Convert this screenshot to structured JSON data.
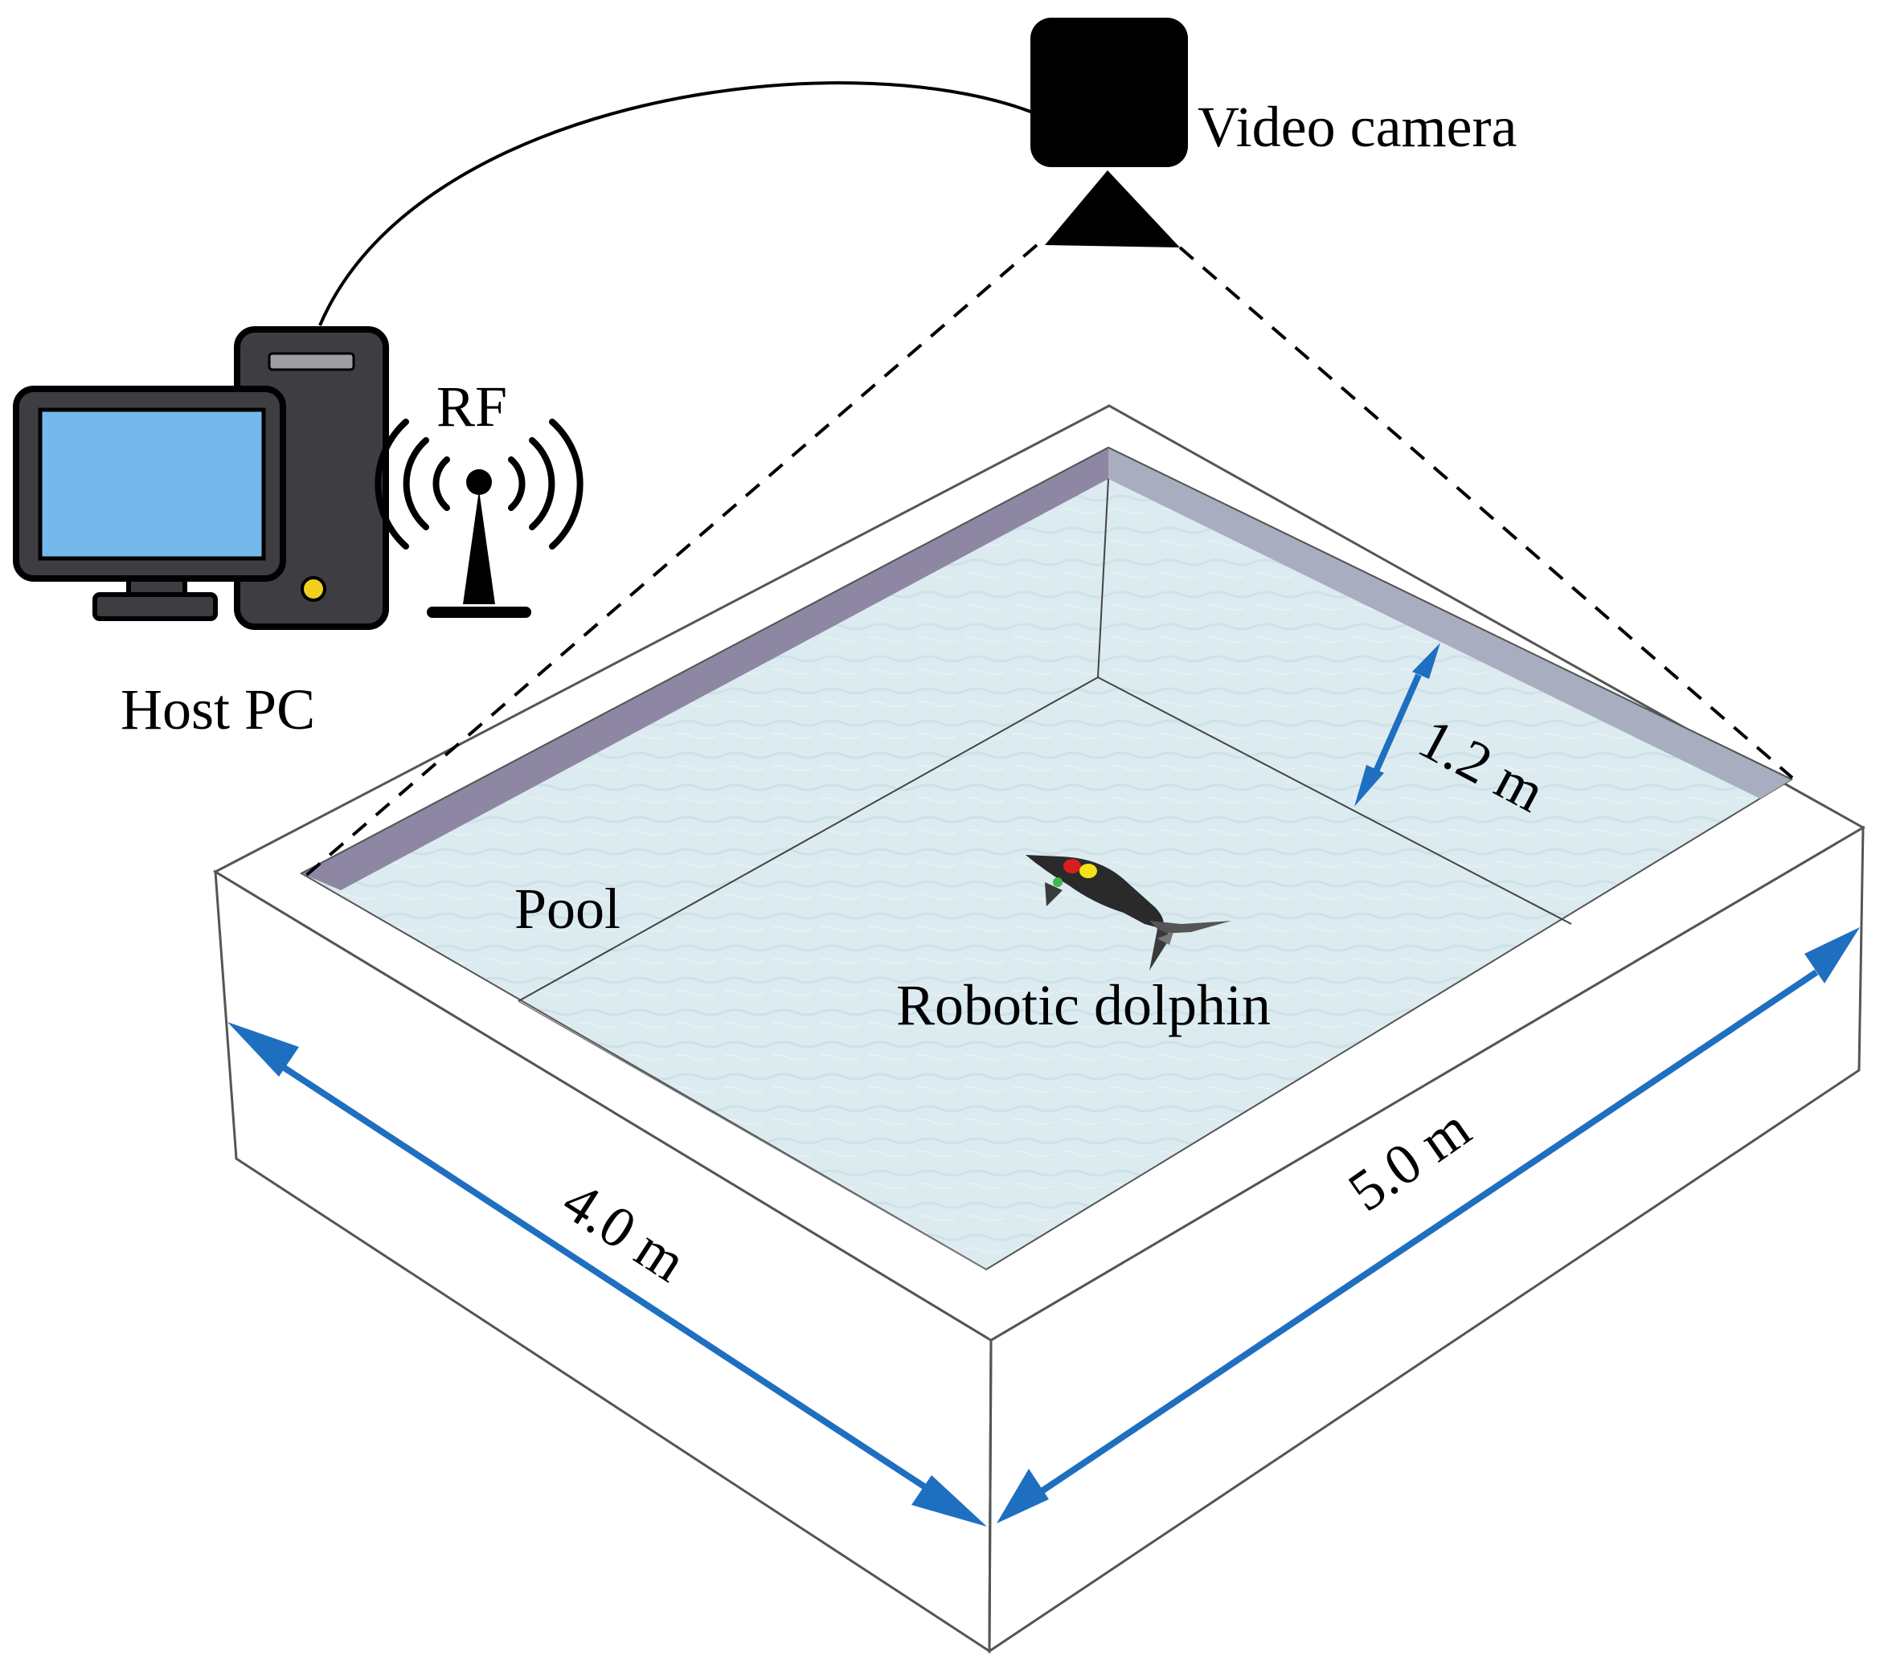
{
  "labels": {
    "video_camera": "Video camera",
    "rf": "RF",
    "host_pc": "Host PC",
    "pool": "Pool",
    "robotic_dolphin": "Robotic dolphin",
    "depth": "1.2 m",
    "width": "4.0 m",
    "length": "5.0 m"
  },
  "dimensions": {
    "depth_m": 1.2,
    "width_m": 4.0,
    "length_m": 5.0
  },
  "colors": {
    "dimension_arrow": "#1f6fc0",
    "water": "#dcebf0",
    "inner_wall_left": "#8e87a3",
    "inner_wall_right": "#a8aec0",
    "monitor_screen": "#74b8ec",
    "pc_body": "#3d3d42",
    "pc_led": "#f3d020",
    "dolphin_marker_red": "#d81e1e",
    "dolphin_marker_yellow": "#f5e11a",
    "dolphin_marker_green": "#3dbb4a"
  },
  "icons": [
    "video-camera-icon",
    "host-pc-icon",
    "rf-antenna-icon",
    "robotic-dolphin-icon"
  ]
}
